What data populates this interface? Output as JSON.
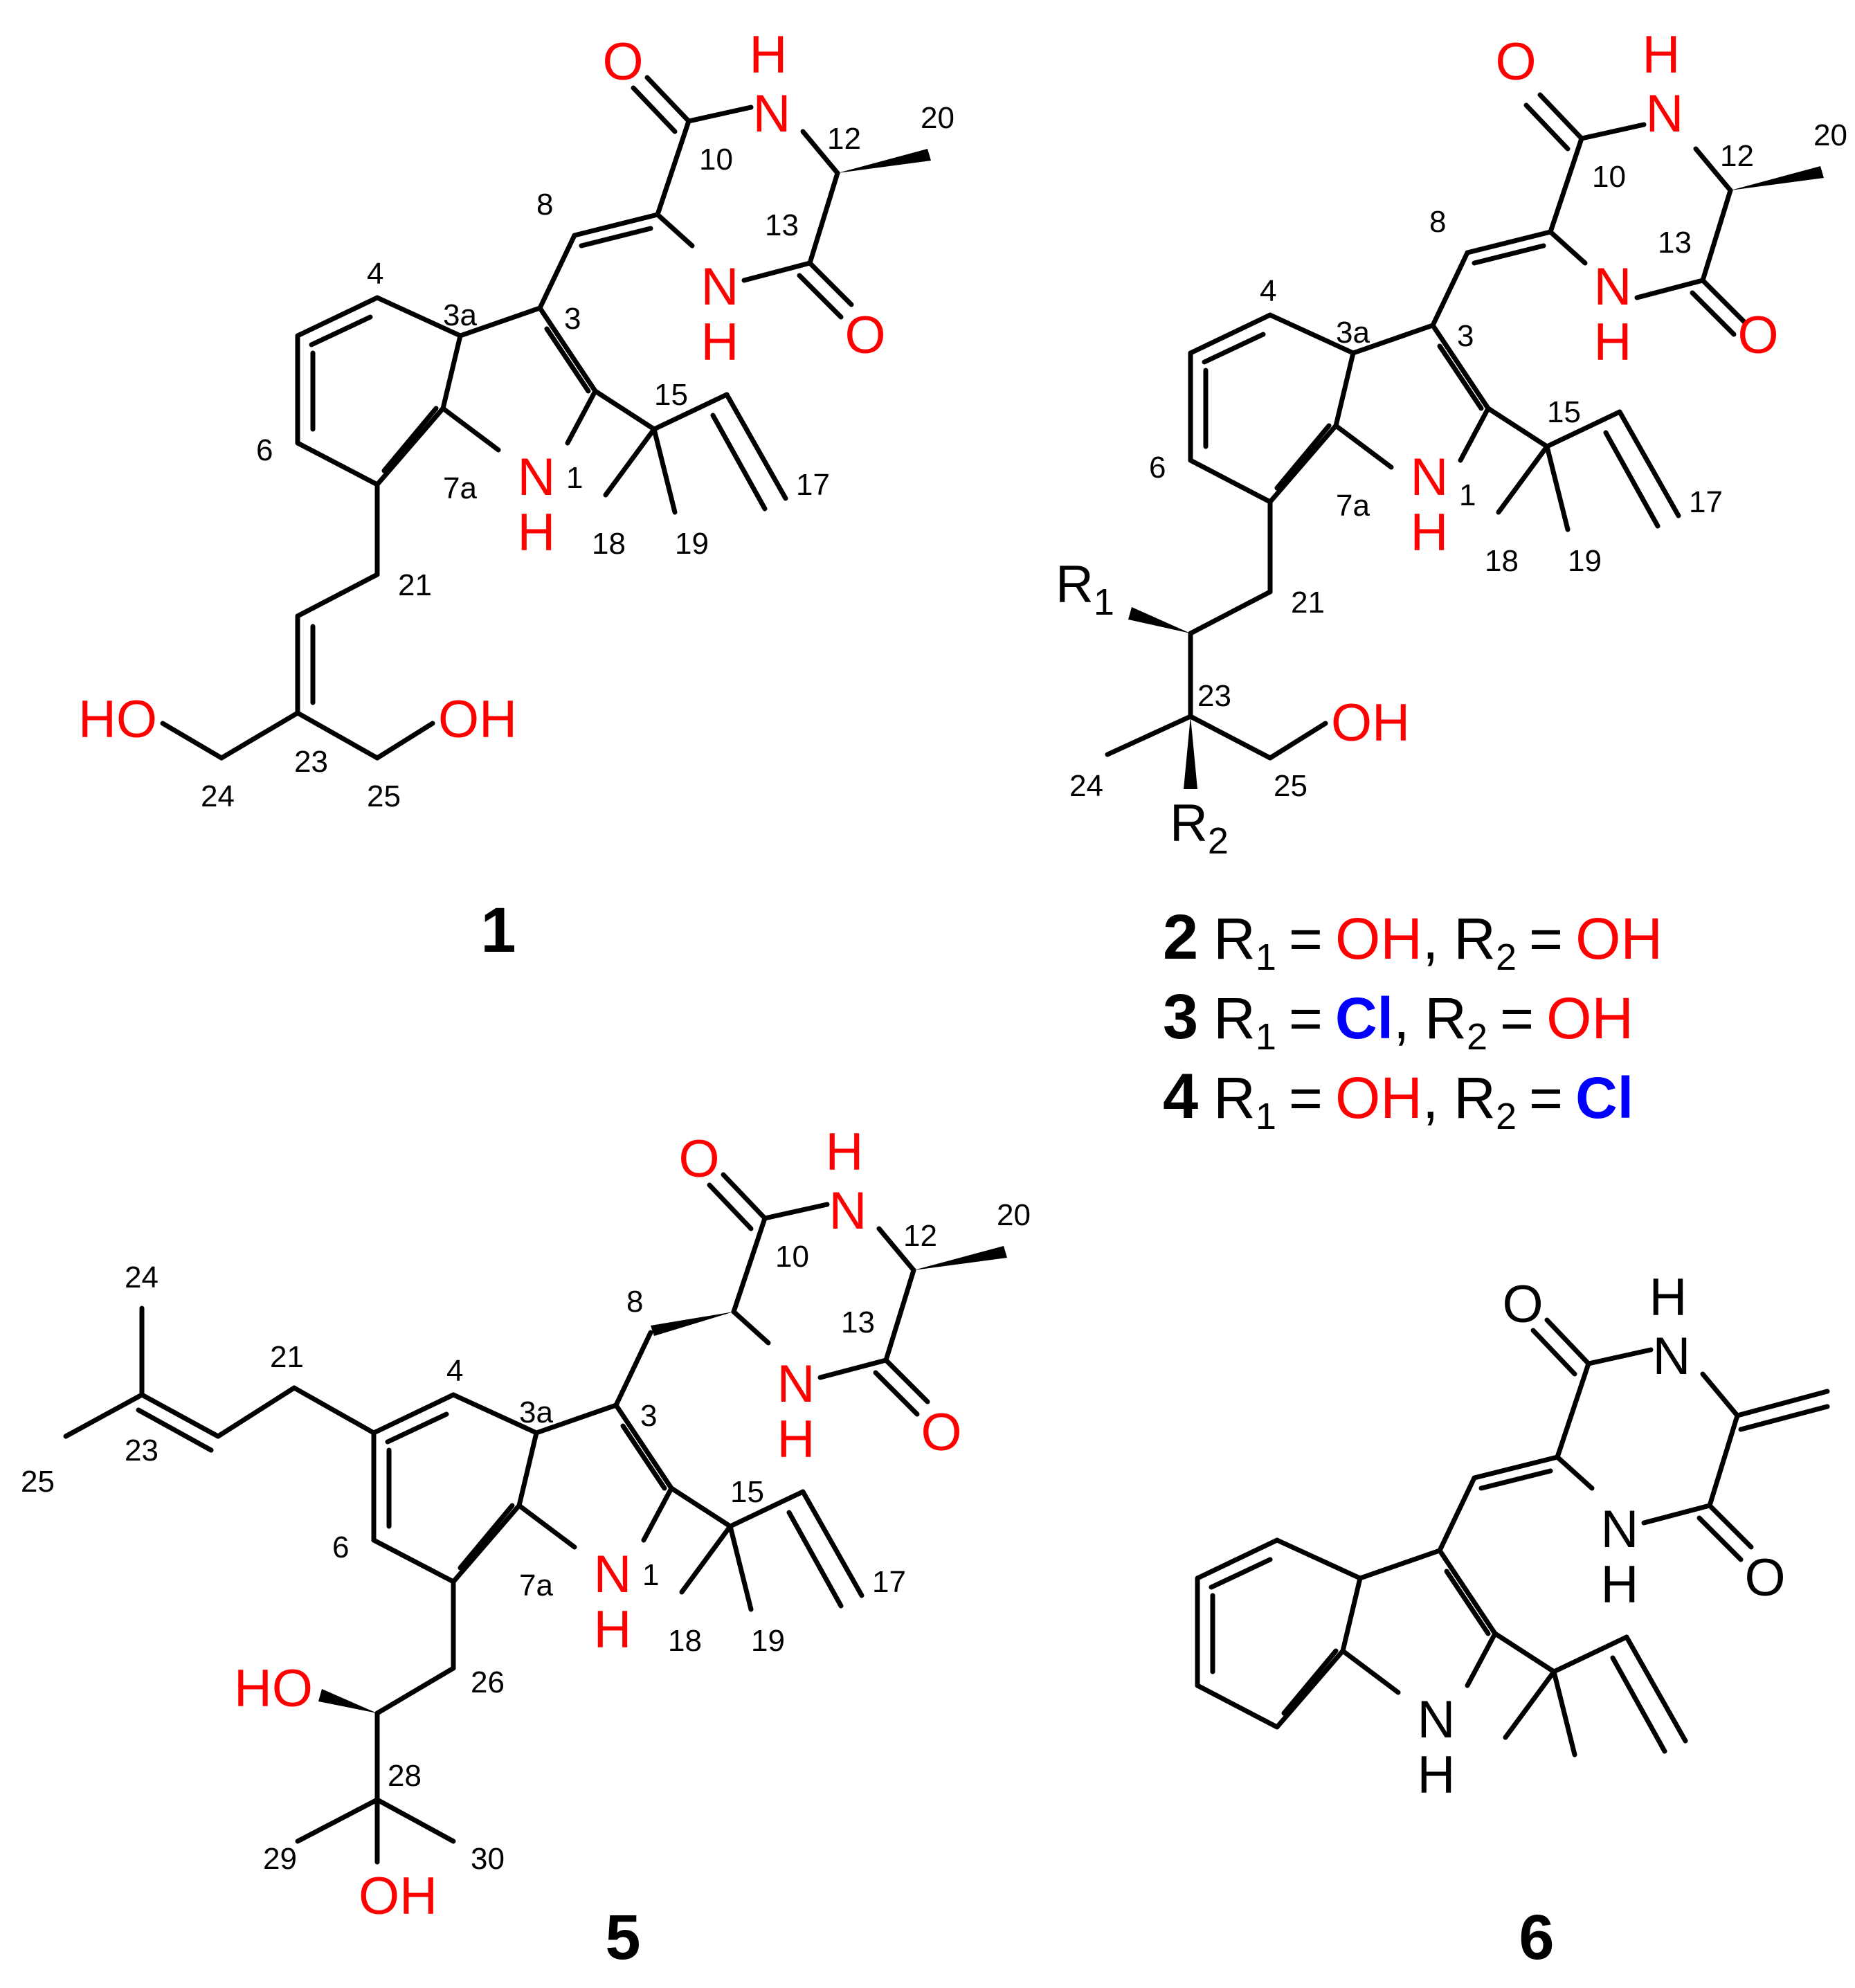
{
  "colors": {
    "bond": "#000000",
    "oxygen_nitrogen": "#ff0000",
    "chlorine": "#0000ff",
    "label": "#000000"
  },
  "atoms": {
    "O": "O",
    "H": "H",
    "N": "N",
    "OH": "OH",
    "HO": "HO",
    "R": "R",
    "Cl": "Cl"
  },
  "compounds": {
    "c1": {
      "label": "1"
    },
    "c2": {
      "label": "2"
    },
    "c3": {
      "label": "3"
    },
    "c4": {
      "label": "4"
    },
    "c5": {
      "label": "5"
    },
    "c6": {
      "label": "6"
    }
  },
  "legend": {
    "r1_sub": "1",
    "r2_sub": "2",
    "equals": "=",
    "comma": ",",
    "line2": {
      "r1": "OH",
      "r2": "OH"
    },
    "line3": {
      "r1": "Cl",
      "r2": "OH"
    },
    "line4": {
      "r1": "OH",
      "r2": "Cl"
    }
  },
  "numbering": {
    "s1": [
      "20",
      "12",
      "10",
      "8",
      "13",
      "4",
      "3a",
      "3",
      "15",
      "6",
      "7a",
      "1",
      "17",
      "18",
      "19",
      "21",
      "23",
      "24",
      "25"
    ],
    "s2": [
      "20",
      "12",
      "10",
      "8",
      "13",
      "4",
      "3a",
      "3",
      "15",
      "6",
      "7a",
      "1",
      "17",
      "18",
      "19",
      "21",
      "23",
      "24",
      "25"
    ],
    "s5": [
      "24",
      "21",
      "20",
      "12",
      "10",
      "8",
      "13",
      "4",
      "3a",
      "3",
      "23",
      "25",
      "15",
      "6",
      "7a",
      "1",
      "17",
      "18",
      "19",
      "26",
      "28",
      "29",
      "30"
    ]
  }
}
